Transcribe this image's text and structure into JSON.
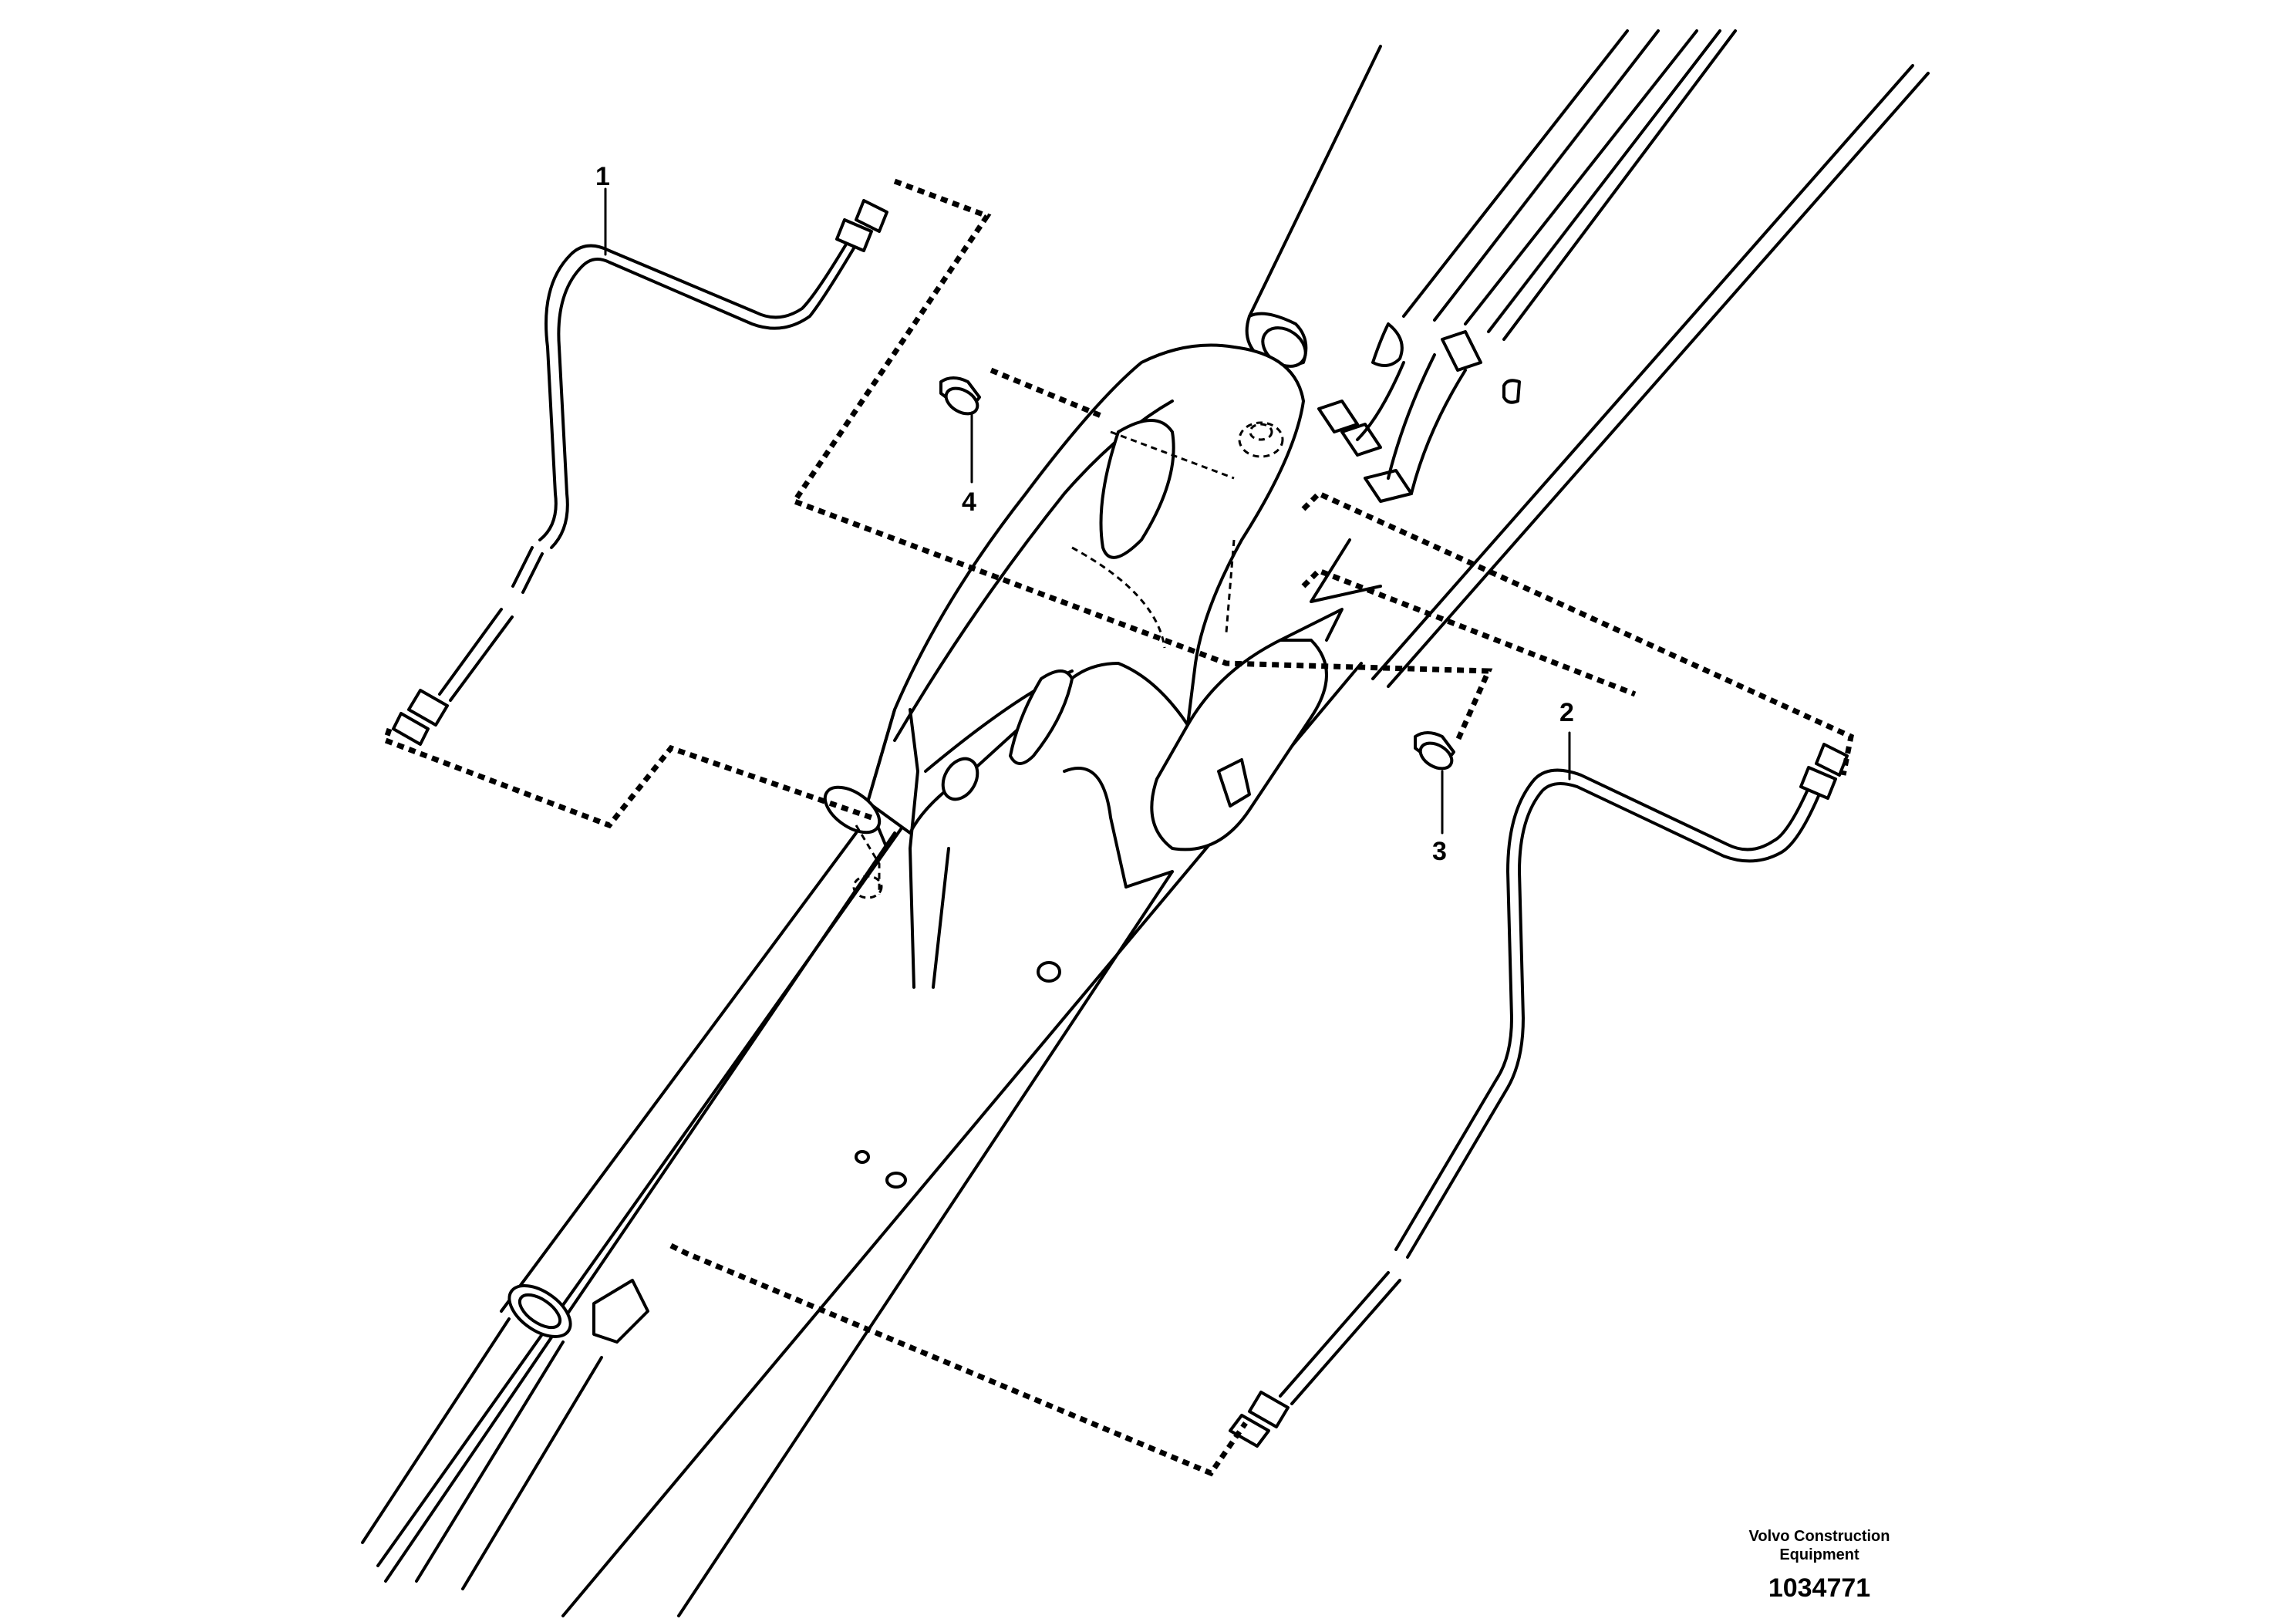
{
  "callouts": {
    "c1": "1",
    "c2": "2",
    "c3": "3",
    "c4": "4"
  },
  "footer": {
    "brand_line1": "Volvo Construction",
    "brand_line2": "Equipment",
    "part_number": "1034771"
  }
}
